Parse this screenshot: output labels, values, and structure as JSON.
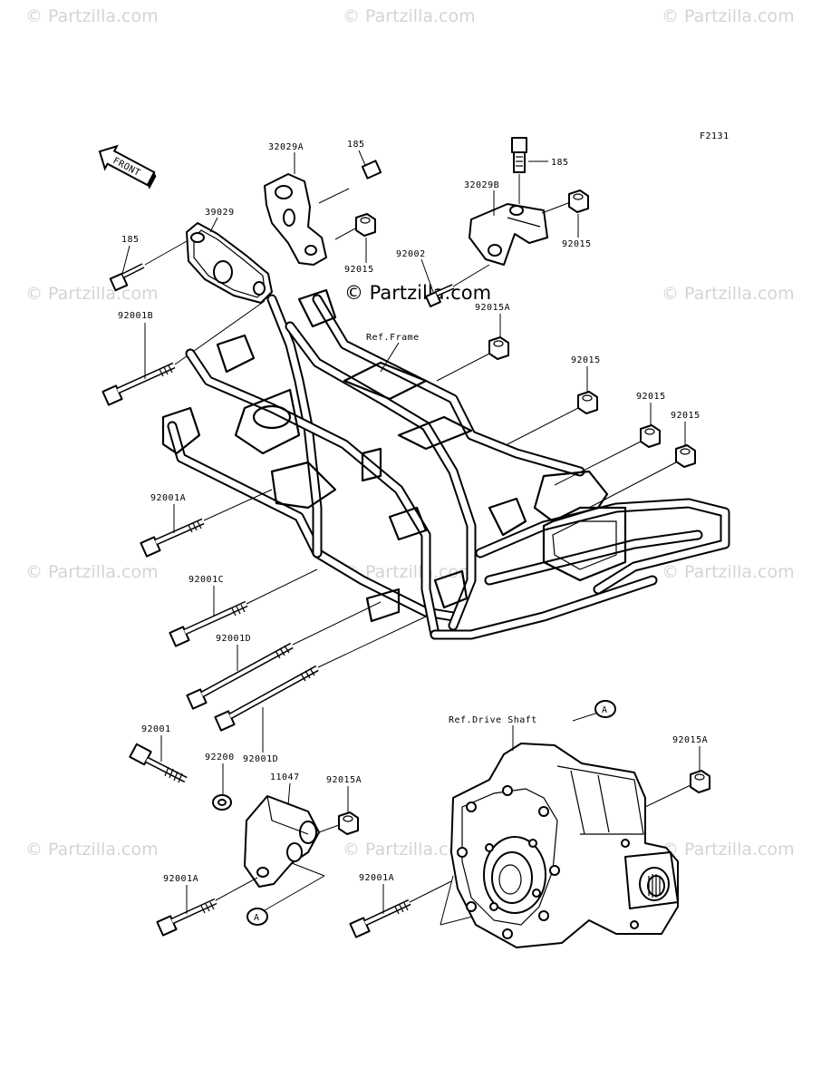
{
  "figure_code": "F2131",
  "front_label": "FRONT",
  "watermark": "© Partzilla.com",
  "center_watermark": "© Partzilla.com",
  "ref_labels": {
    "frame": "Ref.Frame",
    "drive_shaft": "Ref.Drive Shaft"
  },
  "callout_letter": "A",
  "part_labels": {
    "p32029A": "32029A",
    "p185_top": "185",
    "p185_right": "185",
    "p185_left": "185",
    "p32029B": "32029B",
    "p39029": "39029",
    "p92015_upper_right": "92015",
    "p92015_mid": "92015",
    "p92002": "92002",
    "p92001B": "92001B",
    "p92015A_top": "92015A",
    "p92015_r1": "92015",
    "p92015_r2": "92015",
    "p92015_r3": "92015",
    "p92001A_left": "92001A",
    "p92001C": "92001C",
    "p92001D_top": "92001D",
    "p92001D_bottom": "92001D",
    "p92001": "92001",
    "p92200": "92200",
    "p11047": "11047",
    "p92015A_mid": "92015A",
    "p92015A_right": "92015A",
    "p92001A_bottom_left": "92001A",
    "p92001A_bottom_mid": "92001A"
  }
}
